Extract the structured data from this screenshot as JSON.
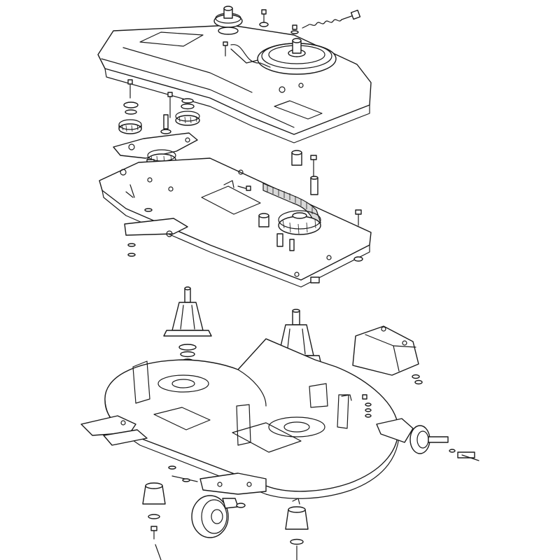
{
  "diagram": {
    "kind": "exploded-parts-view",
    "line_color": "#1a1a1a",
    "background": "#ffffff",
    "assemblies": [
      "belt-cover",
      "drive-pulley",
      "tension-spring",
      "idler-pulleys",
      "tension-bracket",
      "pulley-plate",
      "toothed-belt",
      "blade-spindles",
      "cutting-deck",
      "deflector",
      "rear-wheels",
      "deck-bracket",
      "height-adjust-bushings"
    ]
  }
}
